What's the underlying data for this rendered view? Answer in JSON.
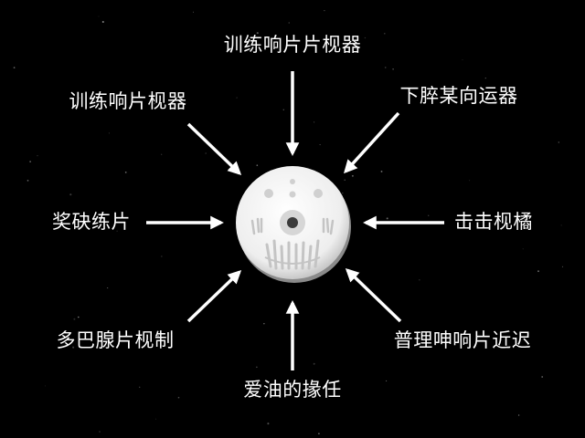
{
  "labels": {
    "top": "训练响片片枧器",
    "top_left": "训练响片枧器",
    "top_right": "下脺某向运器",
    "left": "奖砄练片",
    "right": "击击枧橘",
    "bottom_left": "多巴腺片枧制",
    "bottom_right": "普理呻响片近迟",
    "bottom": "爱油的掾任"
  },
  "colors": {
    "background": "#000000",
    "text": "#ffffff",
    "arrow": "#ffffff",
    "disc": "#f2f2f2",
    "disc_shadow": "#9a9a9a",
    "disc_hole": "#3a3a3a"
  }
}
